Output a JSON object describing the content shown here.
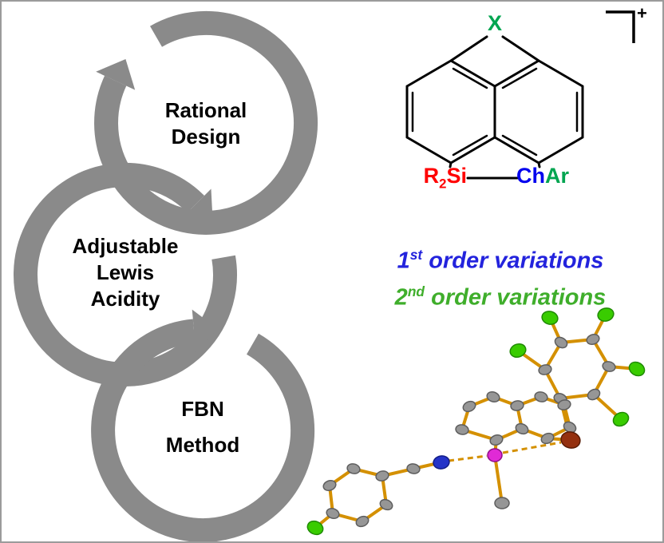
{
  "cycle": {
    "arrow_color": "#8a8a8a",
    "text_color": "#000000",
    "steps": [
      {
        "name": "rational-design",
        "lines": [
          "Rational",
          "Design"
        ]
      },
      {
        "name": "adjustable-lewis-acidity",
        "lines": [
          "Adjustable",
          "Lewis",
          "Acidity"
        ]
      },
      {
        "name": "fbn-method",
        "lines": [
          "FBN",
          "Method"
        ]
      }
    ]
  },
  "structure_2d": {
    "charge": "+",
    "x_label": {
      "text": "X",
      "color": "#00a550"
    },
    "si_label": {
      "r": "R",
      "sub": "2",
      "si": "Si",
      "r_color": "#ff0000",
      "si_color": "#ff0000"
    },
    "ch_label": {
      "ch": "Ch",
      "ar": "Ar",
      "ch_color": "#0000ee",
      "ar_color": "#00a550"
    },
    "skeleton_color": "#000000"
  },
  "variations": {
    "first": {
      "num": "1",
      "sup": "st",
      "rest": " order variations",
      "color": "#2323dd"
    },
    "second": {
      "num": "2",
      "sup": "nd",
      "rest": " order variations",
      "color": "#3fae2b"
    }
  },
  "molecule_3d": {
    "bond_color": "#d49000",
    "atom_colors": {
      "carbon": "#969696",
      "fluorine": "#39cc00",
      "nitrogen": "#2433c8",
      "silicon": "#e02ad6",
      "chalcogen": "#94300f"
    }
  }
}
